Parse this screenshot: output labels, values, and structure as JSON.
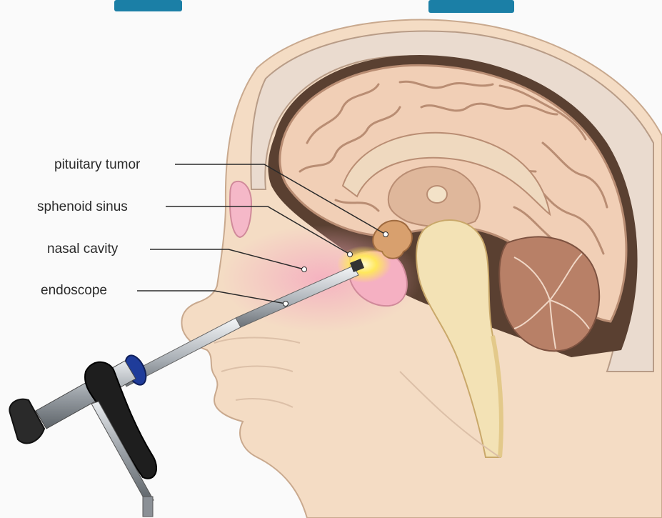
{
  "labels": {
    "pituitary_tumor": "pituitary tumor",
    "sphenoid_sinus": "sphenoid sinus",
    "nasal_cavity": "nasal cavity",
    "endoscope": "endoscope"
  },
  "colors": {
    "title": "#1b7fa6",
    "skin": "#f4dcc4",
    "brain": "#f1cfb6",
    "brain_outline": "#b98d73",
    "skull": "#e8d8cb",
    "brainstem": "#f3e2b5",
    "cerebellum": "#b88067",
    "sinus_pink": "#f3b8c6",
    "tumor": "#d8a06e",
    "endoscope_steel": "#9aa0a6",
    "endoscope_grip": "#1e1e1e",
    "endoscope_ring": "#1f3c9a",
    "light_glow": "#fff27a"
  }
}
